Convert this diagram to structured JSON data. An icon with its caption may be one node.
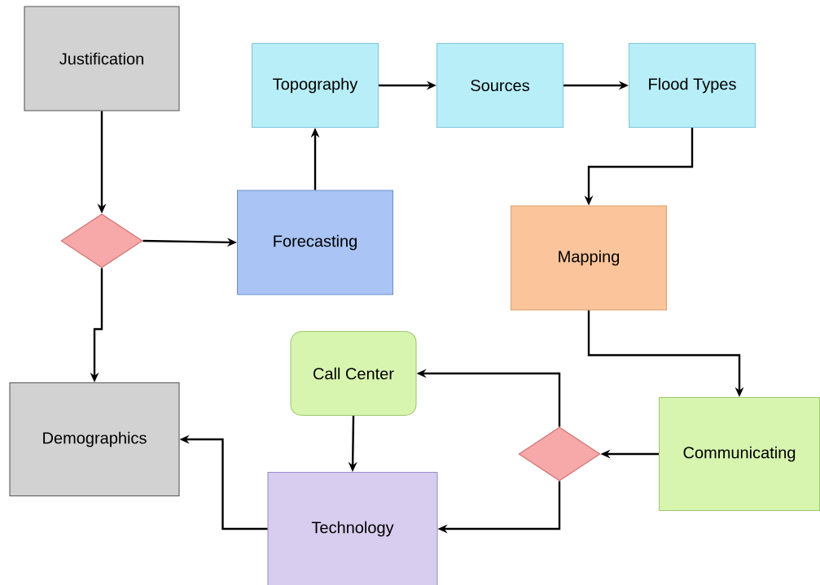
{
  "diagram": {
    "nodes": [
      {
        "text": [
          "Justification"
        ]
      },
      {
        "text": [
          "Topography"
        ]
      },
      {
        "text": [
          "Sources"
        ]
      },
      {
        "text": [
          "Flood Types"
        ]
      },
      {
        "text": [],
        "shape": "diamond"
      },
      {
        "text": [
          "Forecasting"
        ]
      },
      {
        "text": [
          "Mapping"
        ]
      },
      {
        "text": [
          "Call Center"
        ]
      },
      {
        "text": [
          "Demographics"
        ]
      },
      {
        "text": [],
        "shape": "diamond"
      },
      {
        "text": [
          "Communicating"
        ]
      },
      {
        "text": [
          "Technology"
        ]
      }
    ],
    "edges": [
      {
        "from": 0,
        "to": 4,
        "arrow": "to"
      },
      {
        "from": 4,
        "to": 5,
        "arrow": "to"
      },
      {
        "from": 4,
        "to": 8,
        "arrow": "to"
      },
      {
        "from": 5,
        "to": 1,
        "arrow": "to"
      },
      {
        "from": 1,
        "to": 2,
        "arrow": "to"
      },
      {
        "from": 2,
        "to": 3,
        "arrow": "to"
      },
      {
        "from": 3,
        "to": 6,
        "arrow": "to"
      },
      {
        "from": 6,
        "to": 10,
        "arrow": "to"
      },
      {
        "from": 10,
        "to": 9,
        "arrow": "to"
      },
      {
        "from": 9,
        "to": 7,
        "arrow": "to"
      },
      {
        "from": 9,
        "to": 11,
        "arrow": "to"
      },
      {
        "from": 7,
        "to": 11,
        "arrow": "to"
      },
      {
        "from": 11,
        "to": 8,
        "arrow": "to"
      }
    ]
  }
}
